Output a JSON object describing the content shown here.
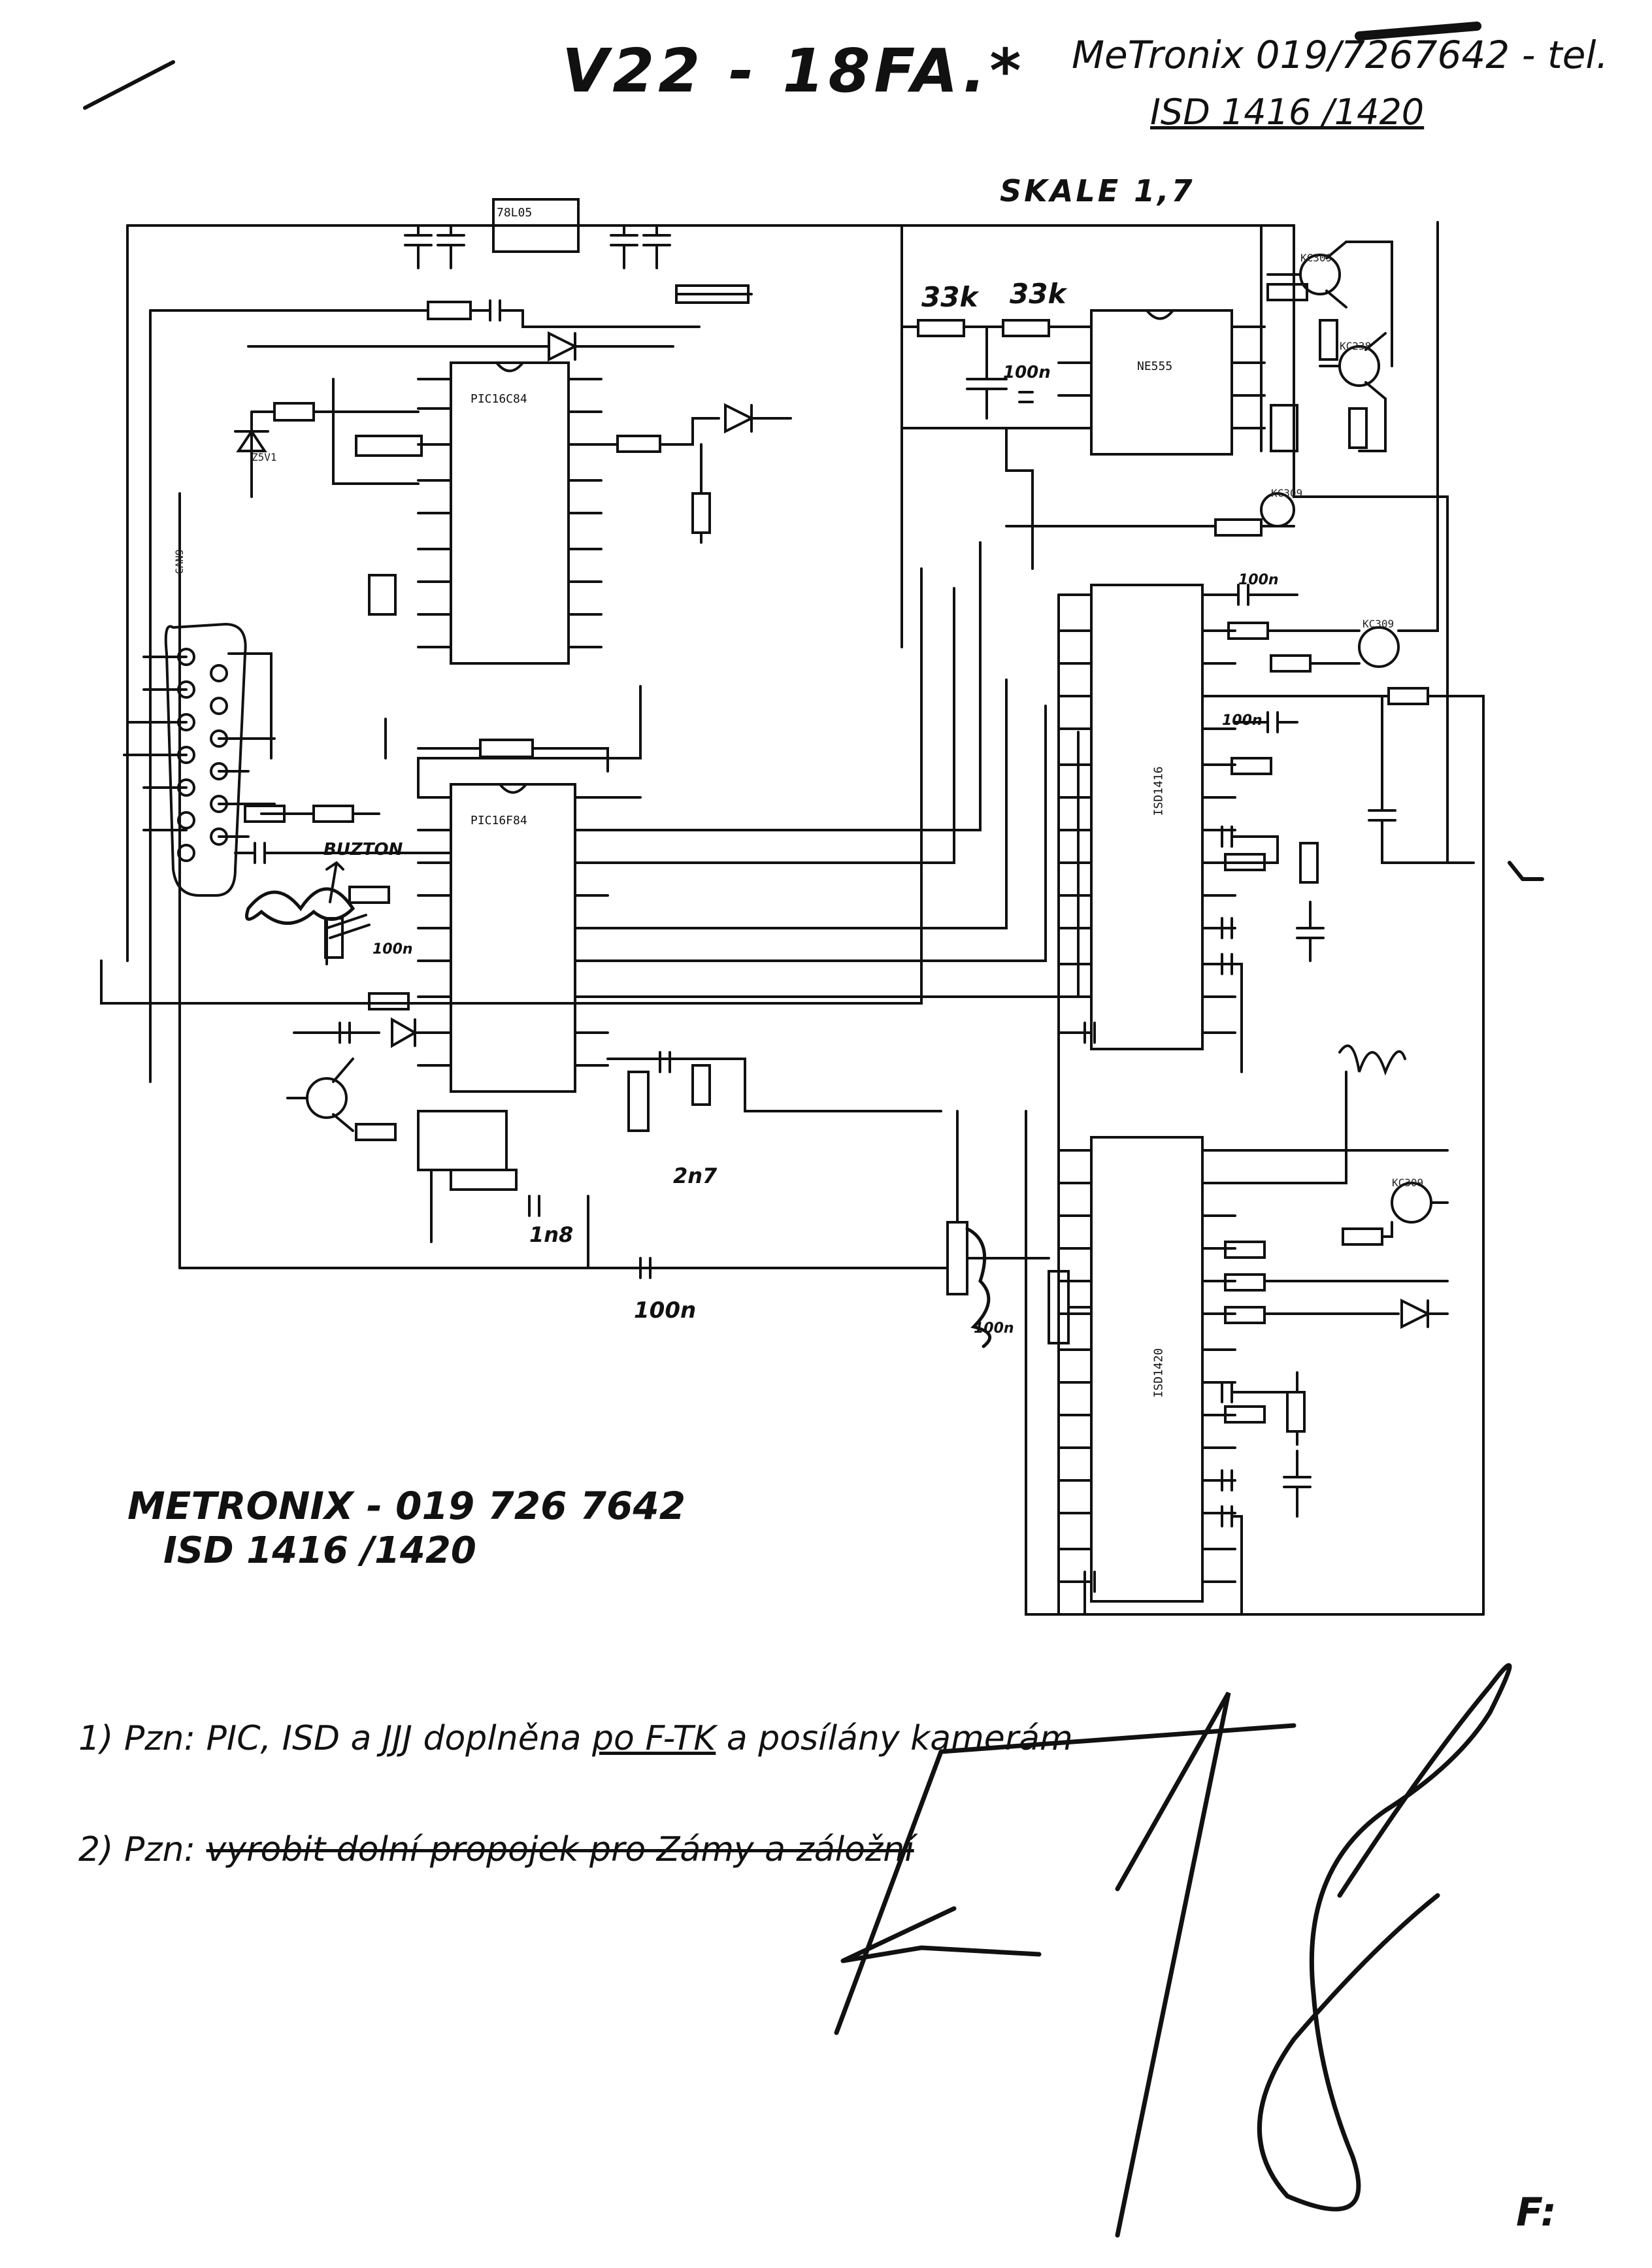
{
  "header": {
    "title": "V22 - 18FA.*",
    "contact": "MeTronix 019/7267642 - tel.",
    "isd": "ISD 1416 /1420",
    "scale": "SKALE 1,7"
  },
  "schematic": {
    "labels": {
      "zener": "Z5V1",
      "v33k_a": "33k",
      "v33k_b": "33k",
      "c100n": "100n",
      "buzton": "BUZTON",
      "c100n_low": "100n",
      "c2n7": "2n7",
      "c1n8": "1n8",
      "c100n_bottom": "100n",
      "c100n_right": "100n",
      "c100n_right2": "100n",
      "c100n_mid": "100n"
    },
    "ics": {
      "reg": "78L05",
      "mcu_top": "PIC16C84",
      "mcu_bottom": "PIC16F84",
      "timer": "NE555",
      "isd_top": "ISD1416",
      "isd_bottom": "ISD1420"
    },
    "transistors": [
      "KC309",
      "KC238",
      "KC309",
      "KC309",
      "KC309"
    ],
    "connector": "CAN9"
  },
  "footer": {
    "contact": "METRONIX - 019 726 7642",
    "isd": "ISD 1416 /1420",
    "note1_prefix": "1) Pzn: PIC, ISD a JJJ doplněna",
    "note1_underlined": "po F-TK",
    "note1_suffix": "a posílány kamerám",
    "note2_prefix": "2) Pzn:",
    "note2_struck": "vyrobit dolní propojek pro Zámy a záložní",
    "signature": "F18",
    "corner_mark": "F:"
  }
}
